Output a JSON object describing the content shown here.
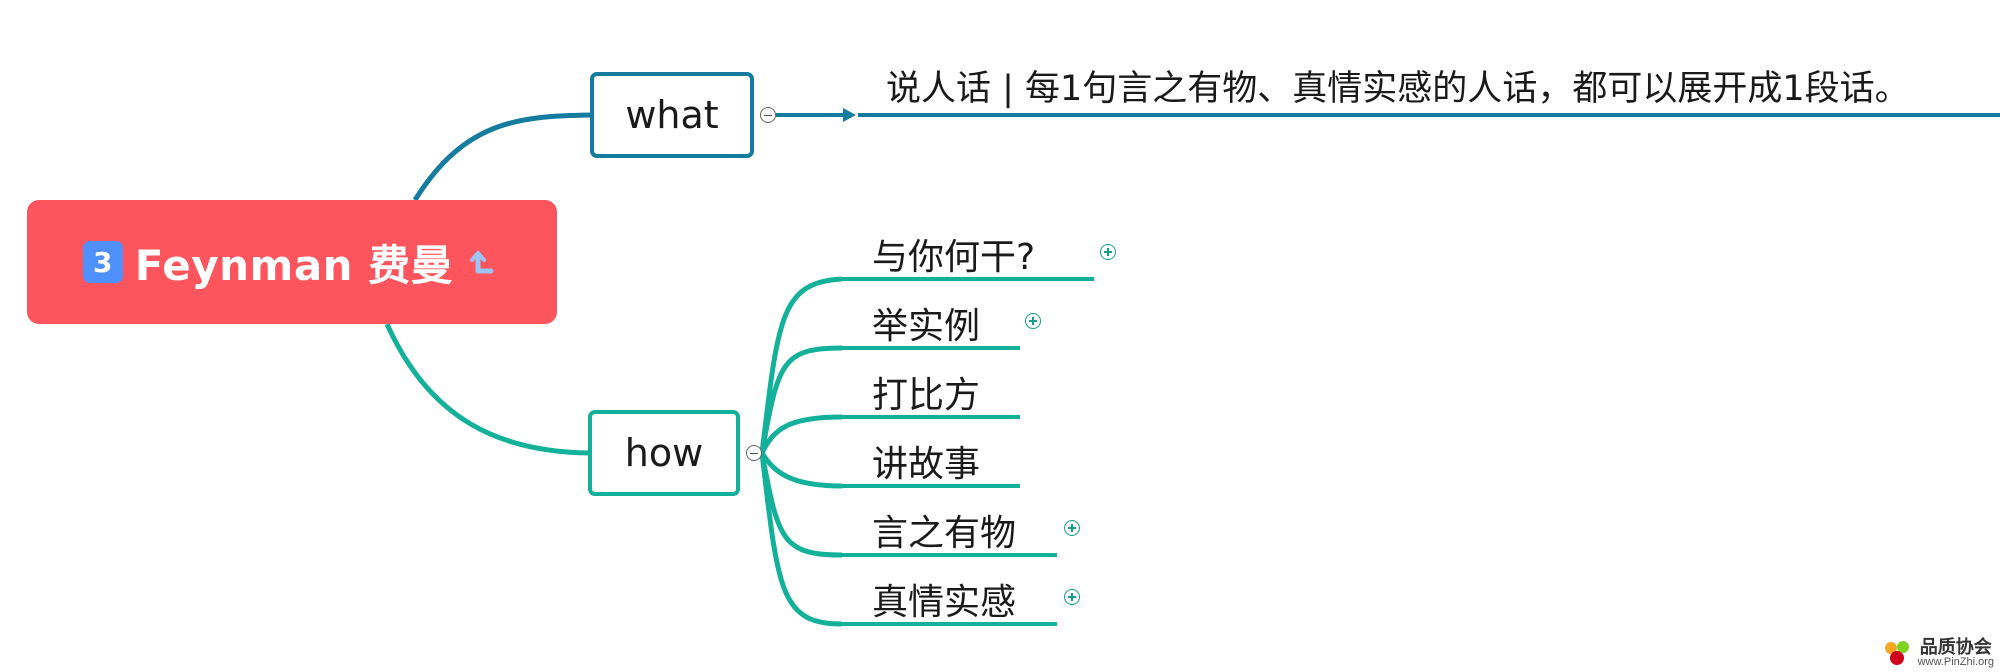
{
  "root": {
    "badge": "3",
    "title": "Feynman 费曼",
    "icon": "refresh-icon"
  },
  "branches": [
    {
      "label": "what",
      "color": "#147c9e",
      "children": [
        {
          "label": "说人话 | 每1句言之有物、真情实感的人话，都可以展开成1段话。"
        }
      ]
    },
    {
      "label": "how",
      "color": "#13b19a",
      "children": [
        {
          "label": "与你何干?",
          "collapsed": true
        },
        {
          "label": "举实例",
          "collapsed": true
        },
        {
          "label": "打比方",
          "collapsed": false
        },
        {
          "label": "讲故事",
          "collapsed": false
        },
        {
          "label": "言之有物",
          "collapsed": true
        },
        {
          "label": "真情实感",
          "collapsed": true
        }
      ]
    }
  ],
  "colors": {
    "root": "#fc555d",
    "badge": "#4d90fe",
    "what": "#147c9e",
    "how": "#13b19a"
  },
  "watermark": {
    "name": "品质协会",
    "url": "www.PinZhi.org"
  }
}
